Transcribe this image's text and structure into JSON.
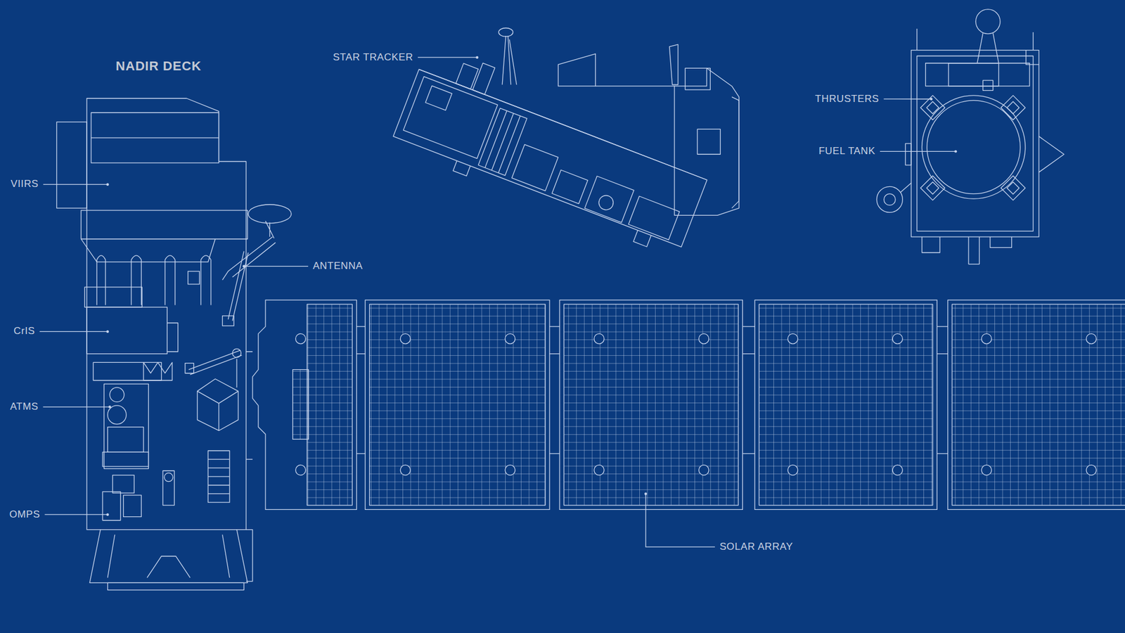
{
  "diagram": {
    "labels": [
      "NADIR DECK",
      "STAR TRACKER",
      "THRUSTERS",
      "FUEL TANK",
      "VIIRS",
      "ANTENNA",
      "CrIS",
      "ATMS",
      "OMPS",
      "SOLAR ARRAY"
    ]
  }
}
